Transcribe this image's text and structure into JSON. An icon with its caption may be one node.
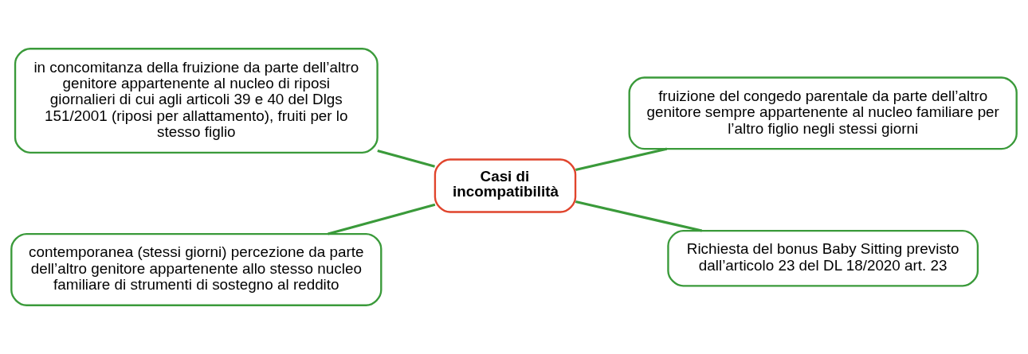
{
  "diagram": {
    "nodes": [
      {
        "text": [
          "in concomitanza della fruizione da parte dell’altro genitore appartenente al nucleo di riposi giornalieri di cui agli articoli 39 e 40 del Dlgs 151/2001 (riposi per allattamento), fruiti per lo stesso figlio"
        ]
      },
      {
        "text": [
          "fruizione del congedo parentale da parte dell’altro genitore sempre appartenente al nucleo familiare per l’altro figlio negli stessi giorni"
        ]
      },
      {
        "text": [
          "Casi di incompatibilità"
        ]
      },
      {
        "text": [
          "contemporanea (stessi giorni) percezione da parte dell’altro genitore appartenente allo stesso nucleo familiare di strumenti di sostegno al reddito"
        ]
      },
      {
        "text": [
          "Richiesta del bonus Baby Sitting previsto dall’articolo 23 del DL 18/2020 art. 23"
        ]
      }
    ],
    "edges": [
      {
        "from": 0,
        "to": 2,
        "arrow": "none"
      },
      {
        "from": 2,
        "to": 1,
        "arrow": "none"
      },
      {
        "from": 3,
        "to": 2,
        "arrow": "none"
      },
      {
        "from": 2,
        "to": 4,
        "arrow": "none"
      }
    ]
  }
}
